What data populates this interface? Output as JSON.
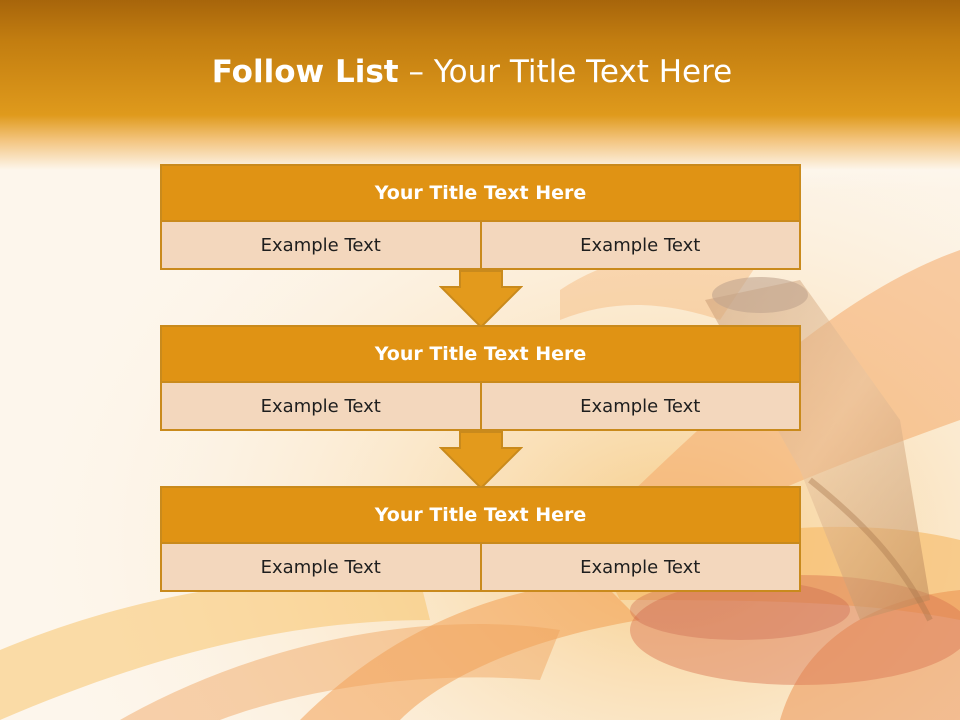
{
  "title": {
    "bold": "Follow List",
    "rest": "– Your Title Text Here"
  },
  "blocks": [
    {
      "title": "Your Title Text Here",
      "cells": [
        "Example Text",
        "Example Text"
      ]
    },
    {
      "title": "Your Title Text Here",
      "cells": [
        "Example Text",
        "Example Text"
      ]
    },
    {
      "title": "Your Title Text Here",
      "cells": [
        "Example Text",
        "Example Text"
      ]
    }
  ],
  "colors": {
    "header_orange": "#e09314",
    "cell_fill": "#f3d7bd",
    "border": "#c98a1c",
    "arrow": "#e39a1c"
  }
}
